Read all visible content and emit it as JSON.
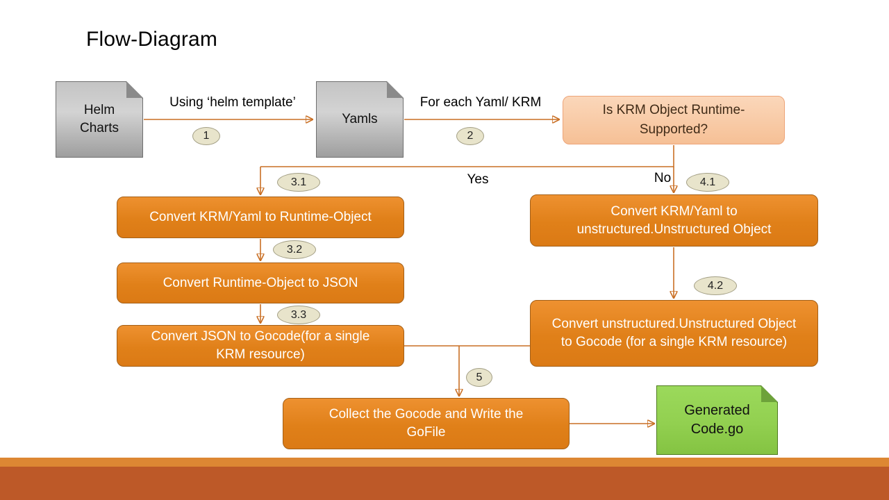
{
  "title": "Flow-Diagram",
  "nodes": {
    "helm_charts": "Helm Charts",
    "yamls": "Yamls",
    "decision": "Is KRM Object Runtime-Supported?",
    "convert_krm_runtime": "Convert KRM/Yaml to Runtime-Object",
    "convert_runtime_json": "Convert Runtime-Object to JSON",
    "convert_json_gocode": "Convert JSON to Gocode(for a single KRM resource)",
    "convert_krm_unstructured": "Convert KRM/Yaml to unstructured.Unstructured Object",
    "convert_unstructured_gocode": "Convert unstructured.Unstructured Object to Gocode (for a single KRM resource)",
    "collect_gocode": "Collect the Gocode and Write the GoFile",
    "generated_code": "Generated Code.go"
  },
  "edge_labels": {
    "helm_to_yamls": "Using ‘helm template’",
    "yamls_to_decision": "For each Yaml/ KRM",
    "yes": "Yes",
    "no": "No"
  },
  "badges": {
    "step_1": "1",
    "step_2": "2",
    "step_3_1": "3.1",
    "step_3_2": "3.2",
    "step_3_3": "3.3",
    "step_4_1": "4.1",
    "step_4_2": "4.2",
    "step_5": "5"
  },
  "colors": {
    "process_fill": "#E6861F",
    "process_border": "#A35F17",
    "decision_fill": "#F8CBA4",
    "terminator_gray": "#ADADAD",
    "output_green": "#92D050",
    "connector": "#C96F24",
    "badge_fill": "#E8E4CB",
    "footer_strip": "#DD8733",
    "footer_band": "#BD5928"
  }
}
